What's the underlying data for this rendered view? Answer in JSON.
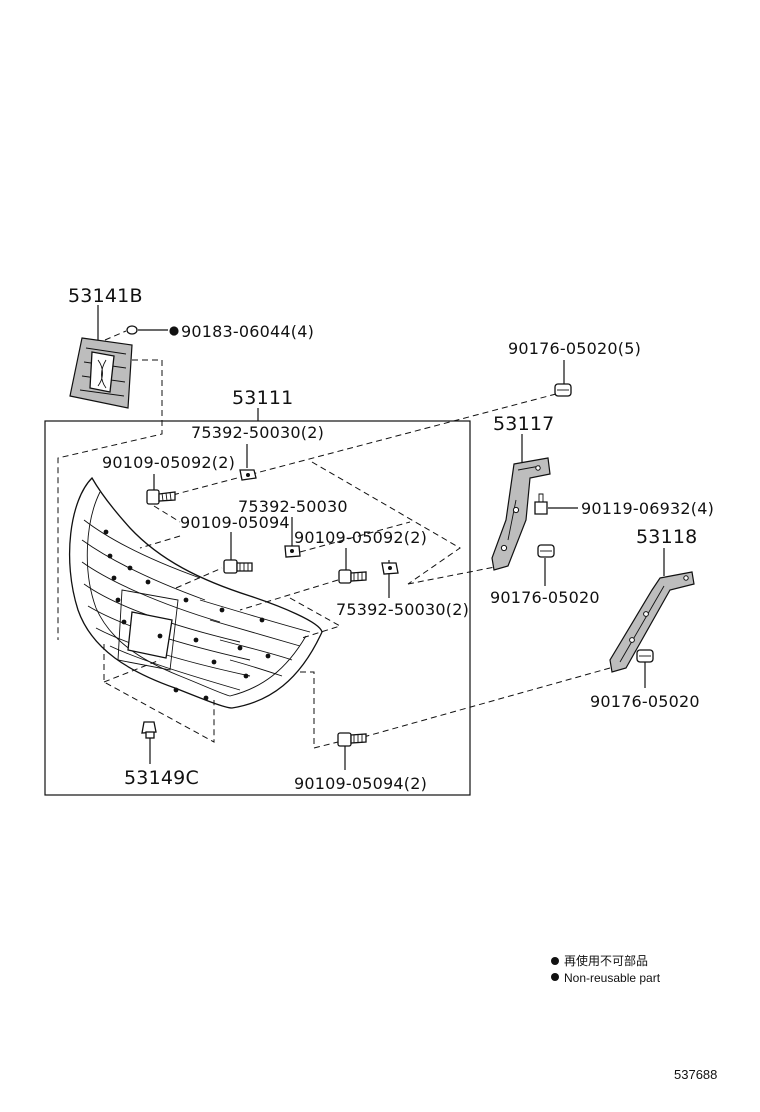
{
  "labels": {
    "emblem": "53141B",
    "nut_nonreusable": "90183-06044(4)",
    "grille": "53111",
    "clip_top_right": "90176-05020(5)",
    "nut_75392_2_top": "75392-50030(2)",
    "bolt_05092_left": "90109-05092(2)",
    "nut_75392_single": "75392-50030",
    "bolt_05094": "90109-05094",
    "bolt_05092_mid": "90109-05092(2)",
    "nut_75392_2_bottom": "75392-50030(2)",
    "bracket_53117": "53117",
    "screw_06932": "90119-06932(4)",
    "clip_53117": "90176-05020",
    "bracket_53118": "53118",
    "clip_53118": "90176-05020",
    "bolt_05094_2": "90109-05094(2)",
    "plate_53149c": "53149C"
  },
  "legend": {
    "line1": "再使用不可部品",
    "line2": "Non-reusable part"
  },
  "illustration_id": "537688"
}
